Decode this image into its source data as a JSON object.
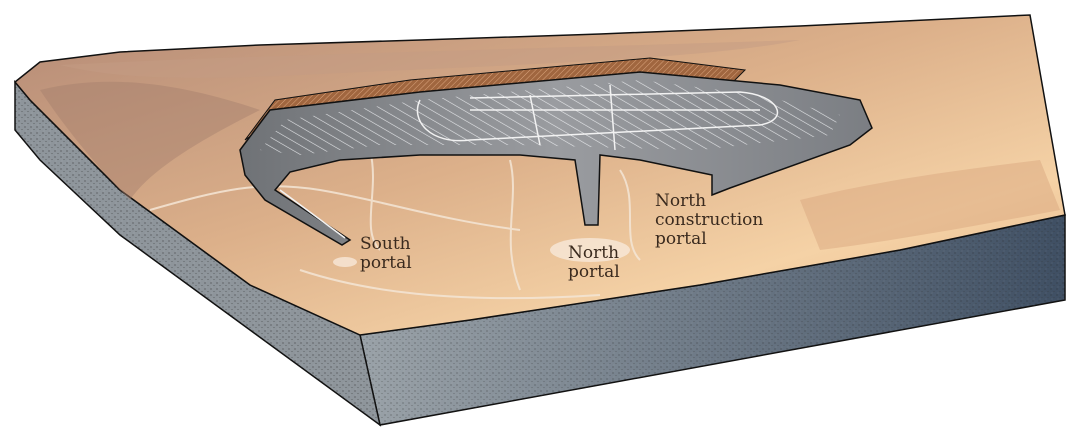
{
  "labels": {
    "south_portal": [
      "South",
      "portal"
    ],
    "north_portal": [
      "North",
      "portal"
    ],
    "north_construction_portal": [
      "North",
      "construction",
      "portal"
    ]
  },
  "colors": {
    "terrain_light": "#f3cfa3",
    "terrain_dark": "#b68c72",
    "repository": "#7d7f83",
    "front_face": "#8d9398",
    "side_face": "#4b5a6c"
  }
}
